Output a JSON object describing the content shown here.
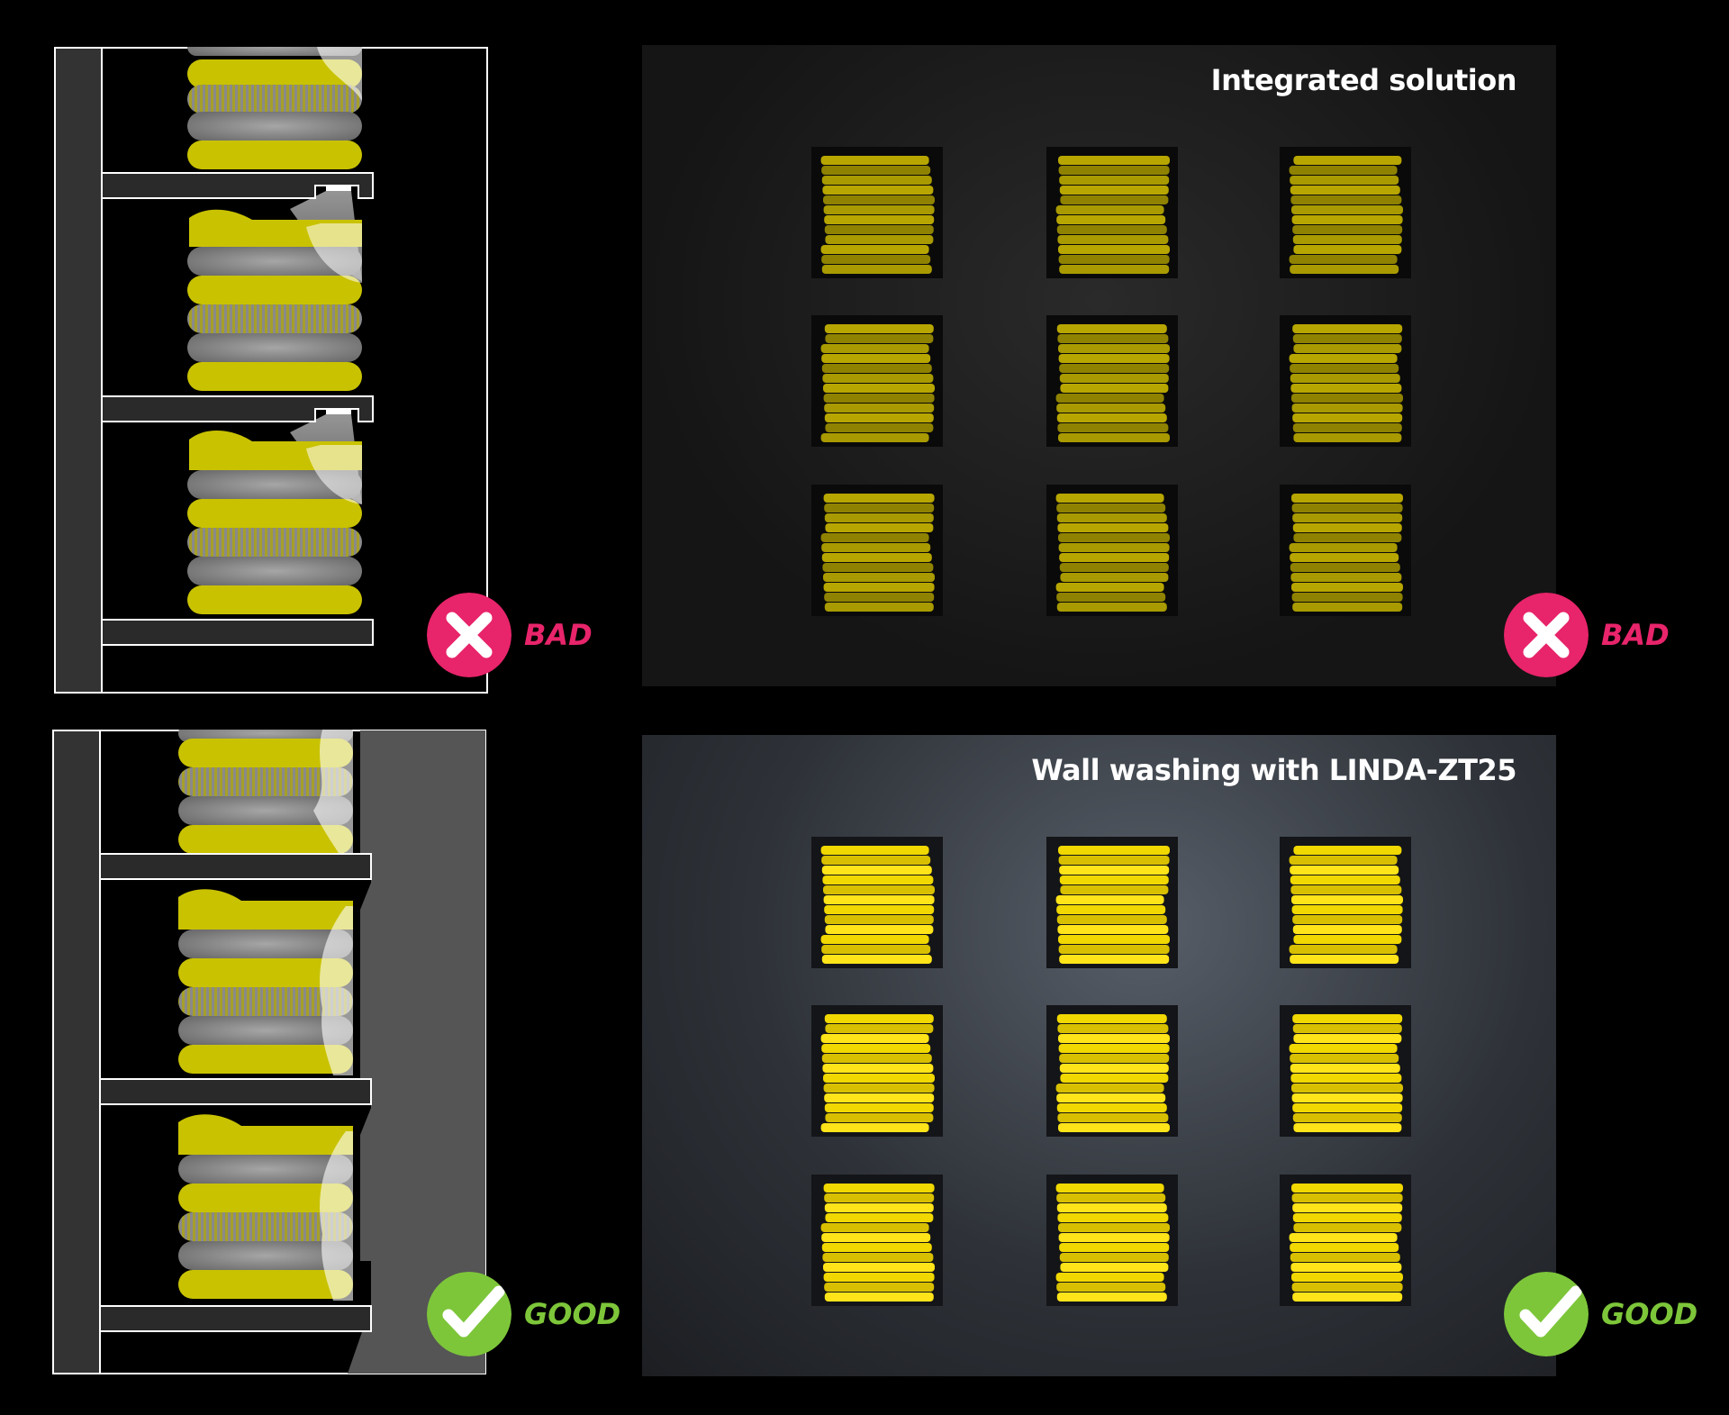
{
  "colors": {
    "bad": "#e8246a",
    "good": "#7dc63a",
    "yellow": "#c9c200",
    "gray": "#8a8a8a",
    "frame": "#ffffff"
  },
  "rows": [
    {
      "id": "bad-row",
      "photo_title": "Integrated solution",
      "verdict": "BAD",
      "verdict_icon": "x-mark-icon"
    },
    {
      "id": "good-row",
      "photo_title": "Wall washing with LINDA-ZT25",
      "verdict": "GOOD",
      "verdict_icon": "checkmark-icon"
    }
  ]
}
